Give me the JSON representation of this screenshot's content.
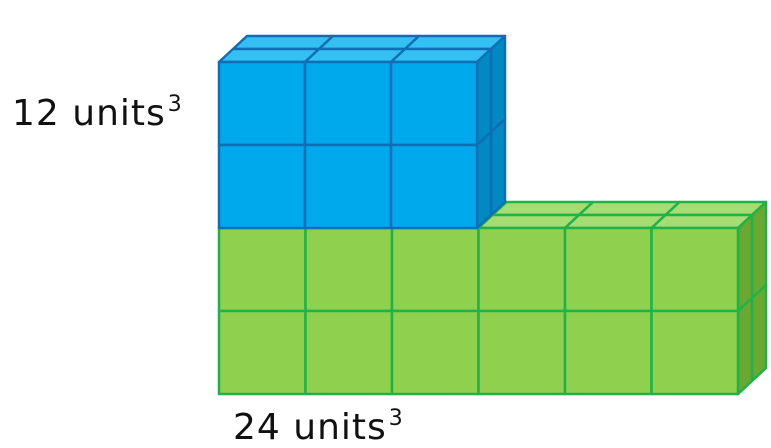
{
  "labels": {
    "blue_volume": "12 units",
    "blue_exponent": "3",
    "green_volume": "24 units",
    "green_exponent": "3"
  },
  "colors": {
    "blue_front": "#00a9ec",
    "blue_top": "#35c0f4",
    "blue_side": "#0089c2",
    "blue_edge": "#0f6fb4",
    "green_front": "#8fd14f",
    "green_top": "#a6dc72",
    "green_side": "#6aa832",
    "green_edge": "#1fb24a"
  }
}
